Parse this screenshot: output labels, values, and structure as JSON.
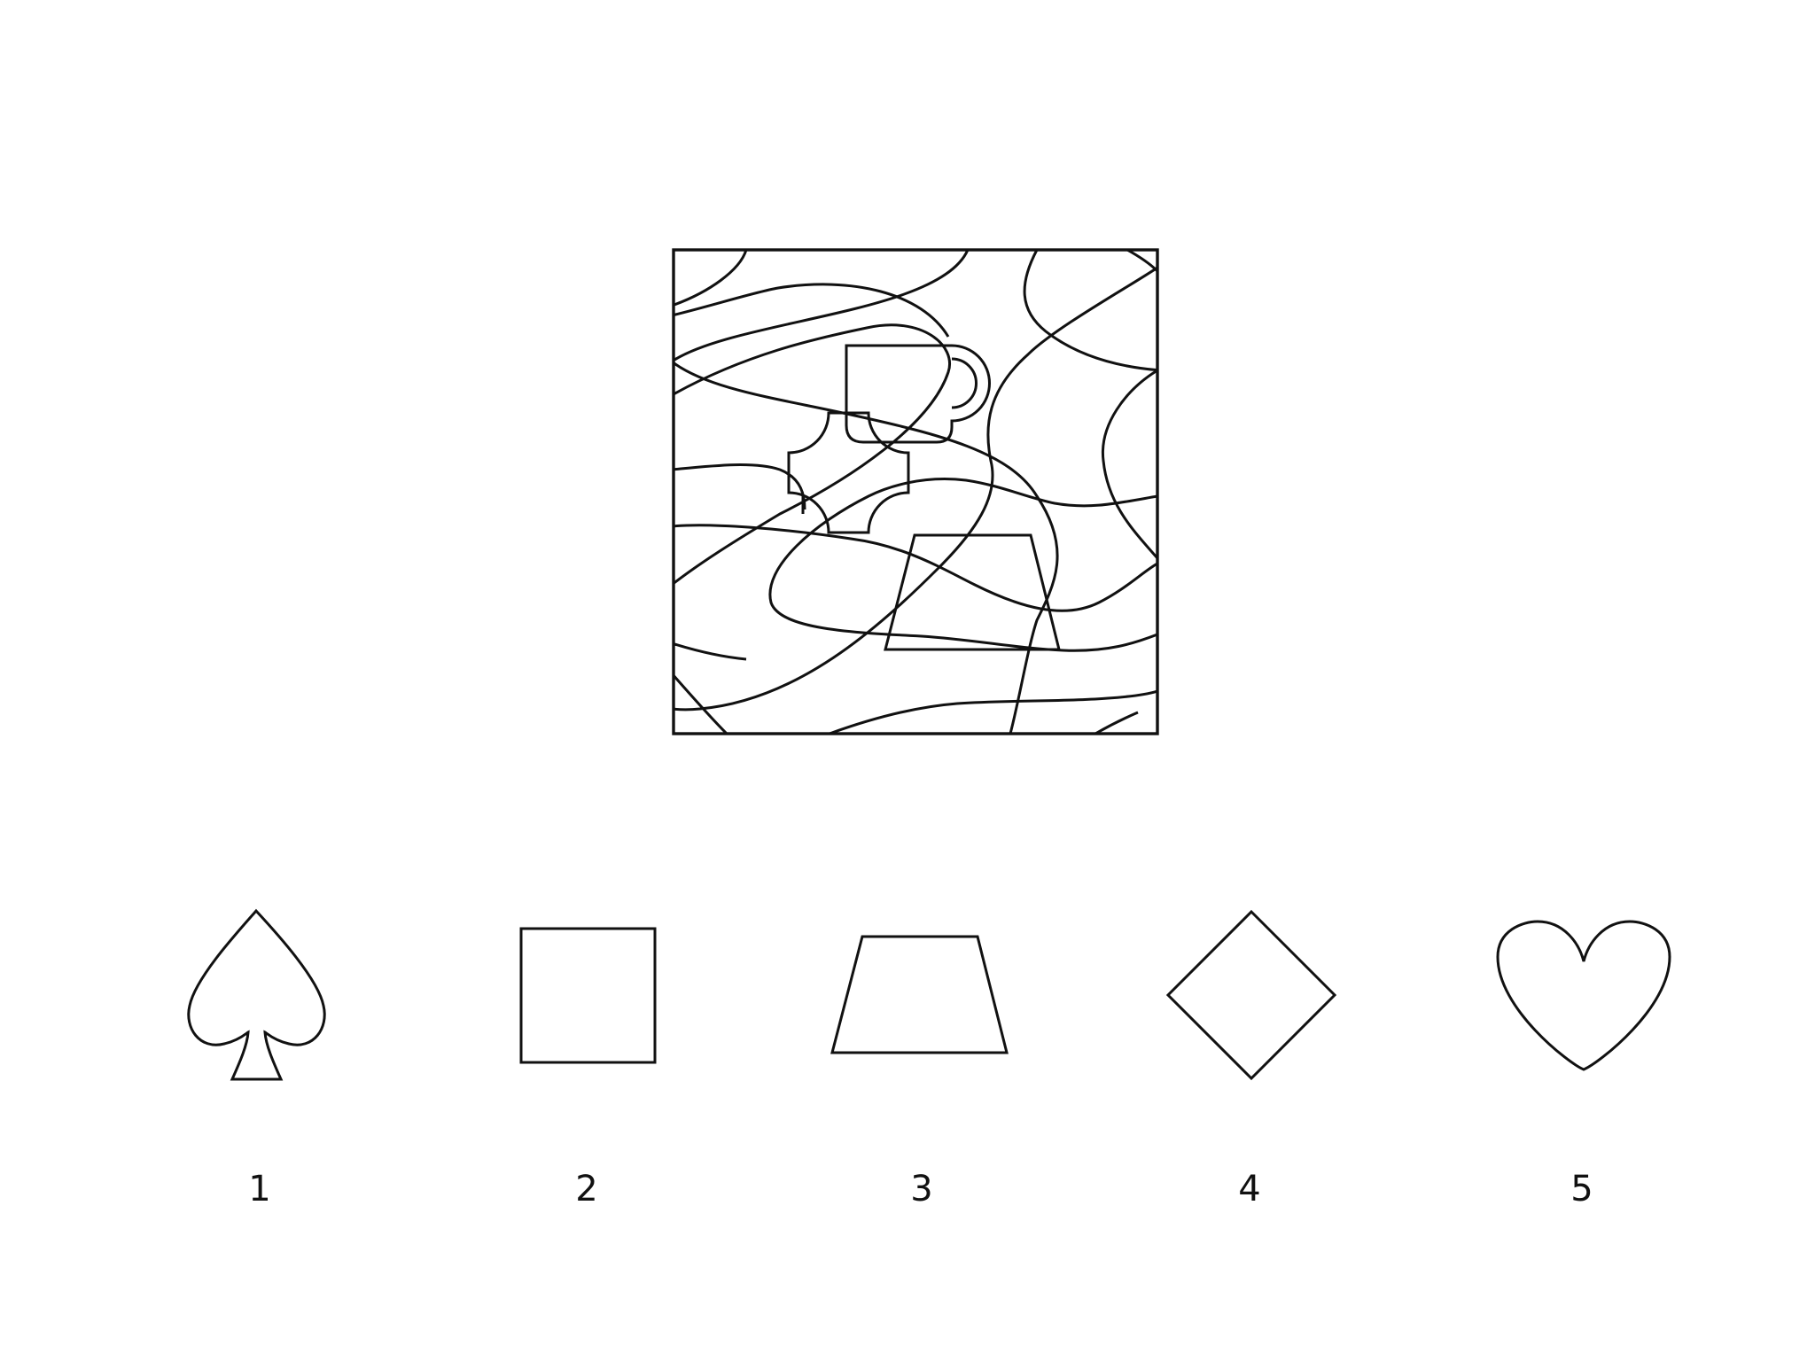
{
  "puzzle": {
    "hidden_shapes": [
      "mug-icon",
      "notched-cross-icon",
      "trapezoid-icon"
    ],
    "options": [
      {
        "label": "1",
        "shape": "spade-icon"
      },
      {
        "label": "2",
        "shape": "square-icon"
      },
      {
        "label": "3",
        "shape": "trapezoid-icon"
      },
      {
        "label": "4",
        "shape": "diamond-icon"
      },
      {
        "label": "5",
        "shape": "heart-icon"
      }
    ]
  }
}
